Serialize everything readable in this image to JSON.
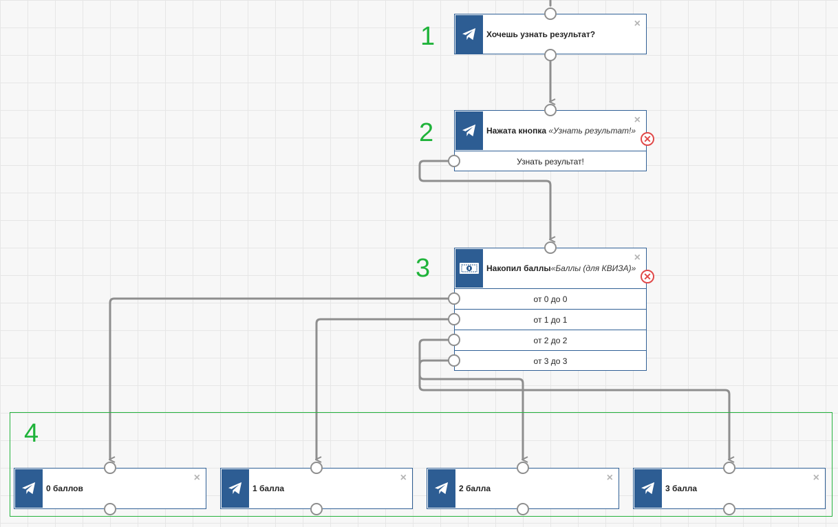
{
  "step_labels": [
    "1",
    "2",
    "3",
    "4"
  ],
  "nodes": {
    "n1": {
      "title": "Хочешь узнать результат?",
      "icon": "telegram-icon",
      "close": "×"
    },
    "n2": {
      "title": "Нажата кнопка",
      "quote": "«Узнать результат!»",
      "icon": "telegram-icon",
      "close": "×",
      "error": "✕",
      "rows": [
        "Узнать результат!"
      ]
    },
    "n3": {
      "title": "Накопил баллы",
      "quote": "«Баллы (для КВИЗА)»",
      "icon": "money-icon",
      "close": "×",
      "error": "✕",
      "rows": [
        "от 0 до 0",
        "от 1 до 1",
        "от 2 до 2",
        "от 3 до 3"
      ]
    },
    "r0": {
      "title": "0 баллов",
      "icon": "telegram-icon",
      "close": "×"
    },
    "r1": {
      "title": "1 балла",
      "icon": "telegram-icon",
      "close": "×"
    },
    "r2": {
      "title": "2 балла",
      "icon": "telegram-icon",
      "close": "×"
    },
    "r3": {
      "title": "3 балла",
      "icon": "telegram-icon",
      "close": "×"
    }
  },
  "colors": {
    "node_icon_bg": "#2d5d93",
    "node_border": "#2f5f95",
    "wire": "#8e8e8e",
    "step_label": "#1fb33a",
    "error": "#e04848"
  }
}
